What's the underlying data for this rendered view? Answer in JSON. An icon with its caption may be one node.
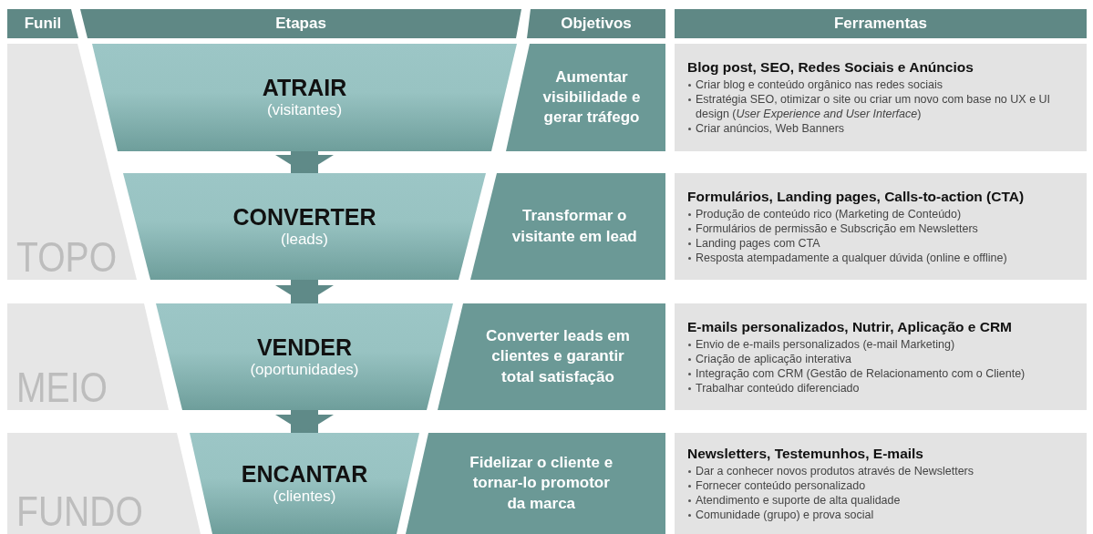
{
  "diagram": {
    "nodes": [
      {
        "text": [
          "Funil"
        ]
      },
      {
        "text": [
          "Etapas"
        ]
      },
      {
        "text": [
          "Objetivos"
        ]
      },
      {
        "text": [
          "Ferramentas"
        ]
      },
      {
        "text": [
          "TOPO"
        ]
      },
      {
        "text": [
          "ATRAIR",
          "(visitantes)"
        ]
      },
      {
        "text": [
          "Aumentar visibilidade e gerar tráfego"
        ]
      },
      {
        "text": [
          "Blog post, SEO, Redes Sociais e Anúncios",
          "Criar blog e conteúdo orgânico nas redes sociais",
          "Estratégia SEO, otimizar o site ou criar um novo com base no UX e UI design (*User Experience and User Interface*)",
          "Criar anúncios, Web Banners"
        ]
      },
      {
        "text": [
          "CONVERTER",
          "(leads)"
        ]
      },
      {
        "text": [
          "Transformar o visitante em lead"
        ]
      },
      {
        "text": [
          "Formulários, Landing pages, Calls-to-action (CTA)",
          "Produção de conteúdo rico (Marketing de Conteúdo)",
          "Formulários de permissão e Subscrição em Newsletters",
          "Landing pages com CTA",
          "Resposta atempadamente a qualquer dúvida (online e offline)"
        ]
      },
      {
        "text": [
          "MEIO"
        ]
      },
      {
        "text": [
          "VENDER",
          "(oportunidades)"
        ]
      },
      {
        "text": [
          "Converter leads em clientes e garantir total satisfação"
        ]
      },
      {
        "text": [
          "E-mails personalizados, Nutrir, Aplicação e CRM",
          "Envio de e-mails personalizados (e-mail Marketing)",
          "Criação de aplicação interativa",
          "Integração com CRM (Gestão de Relacionamento com o Cliente)",
          "Trabalhar conteúdo diferenciado"
        ]
      },
      {
        "text": [
          "FUNDO"
        ]
      },
      {
        "text": [
          "ENCANTAR",
          "(clientes)"
        ]
      },
      {
        "text": [
          "Fidelizar o cliente e tornar-lo promotor da marca"
        ]
      },
      {
        "text": [
          "Newsletters, Testemunhos, E-mails",
          "Dar a conhecer novos produtos através de Newsletters",
          "Fornecer conteúdo personalizado",
          "Atendimento e suporte de alta qualidade",
          "Comunidade (grupo) e prova social"
        ]
      }
    ],
    "edges": [
      {
        "from": 5,
        "to": 8,
        "arrow": "to"
      },
      {
        "from": 8,
        "to": 12,
        "arrow": "to"
      },
      {
        "from": 12,
        "to": 16,
        "arrow": "to"
      }
    ]
  }
}
